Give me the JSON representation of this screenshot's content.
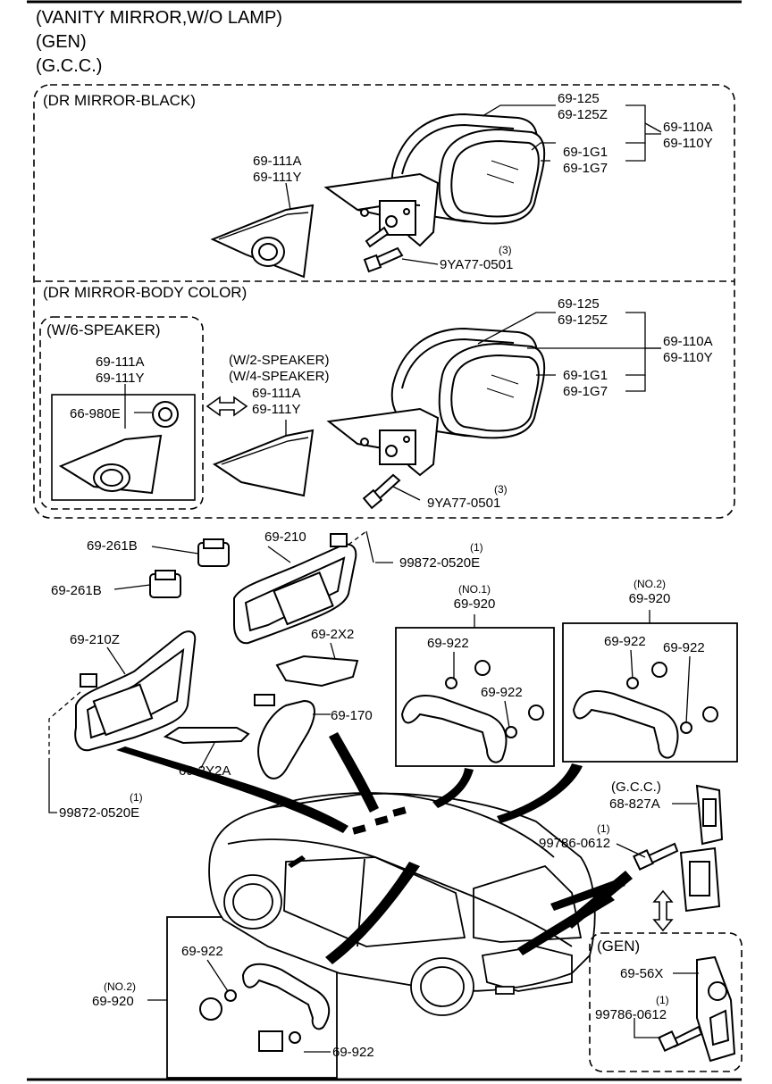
{
  "header": {
    "line1": "(VANITY MIRROR,W/O LAMP)",
    "line2": "(GEN)",
    "line3": "(G.C.C.)"
  },
  "sections": {
    "dr_black": "(DR MIRROR-BLACK)",
    "dr_body": "(DR MIRROR-BODY COLOR)",
    "w6_speaker": "(W/6-SPEAKER)",
    "w2_speaker": "(W/2-SPEAKER)",
    "w4_speaker": "(W/4-SPEAKER)",
    "no1": "(NO.1)",
    "no2": "(NO.2)",
    "gcc": "(G.C.C.)",
    "gen": "(GEN)"
  },
  "labels": {
    "p69_125": "69-125",
    "p69_125z": "69-125Z",
    "p69_110a": "69-110A",
    "p69_110y": "69-110Y",
    "p69_1g1": "69-1G1",
    "p69_1g7": "69-1G7",
    "p69_111a": "69-111A",
    "p69_111y": "69-111Y",
    "p9ya77": "9YA77-0501",
    "qty3": "(3)",
    "qty1": "(1)",
    "p66_980e": "66-980E",
    "p69_261b": "69-261B",
    "p69_210": "69-210",
    "p69_210z": "69-210Z",
    "p99872": "99872-0520E",
    "p69_2x2": "69-2X2",
    "p69_170": "69-170",
    "p69_2y2a": "69-2Y2A",
    "p69_920": "69-920",
    "p69_922": "69-922",
    "p68_827a": "68-827A",
    "p99786": "99786-0612",
    "p69_56x": "69-56X"
  }
}
